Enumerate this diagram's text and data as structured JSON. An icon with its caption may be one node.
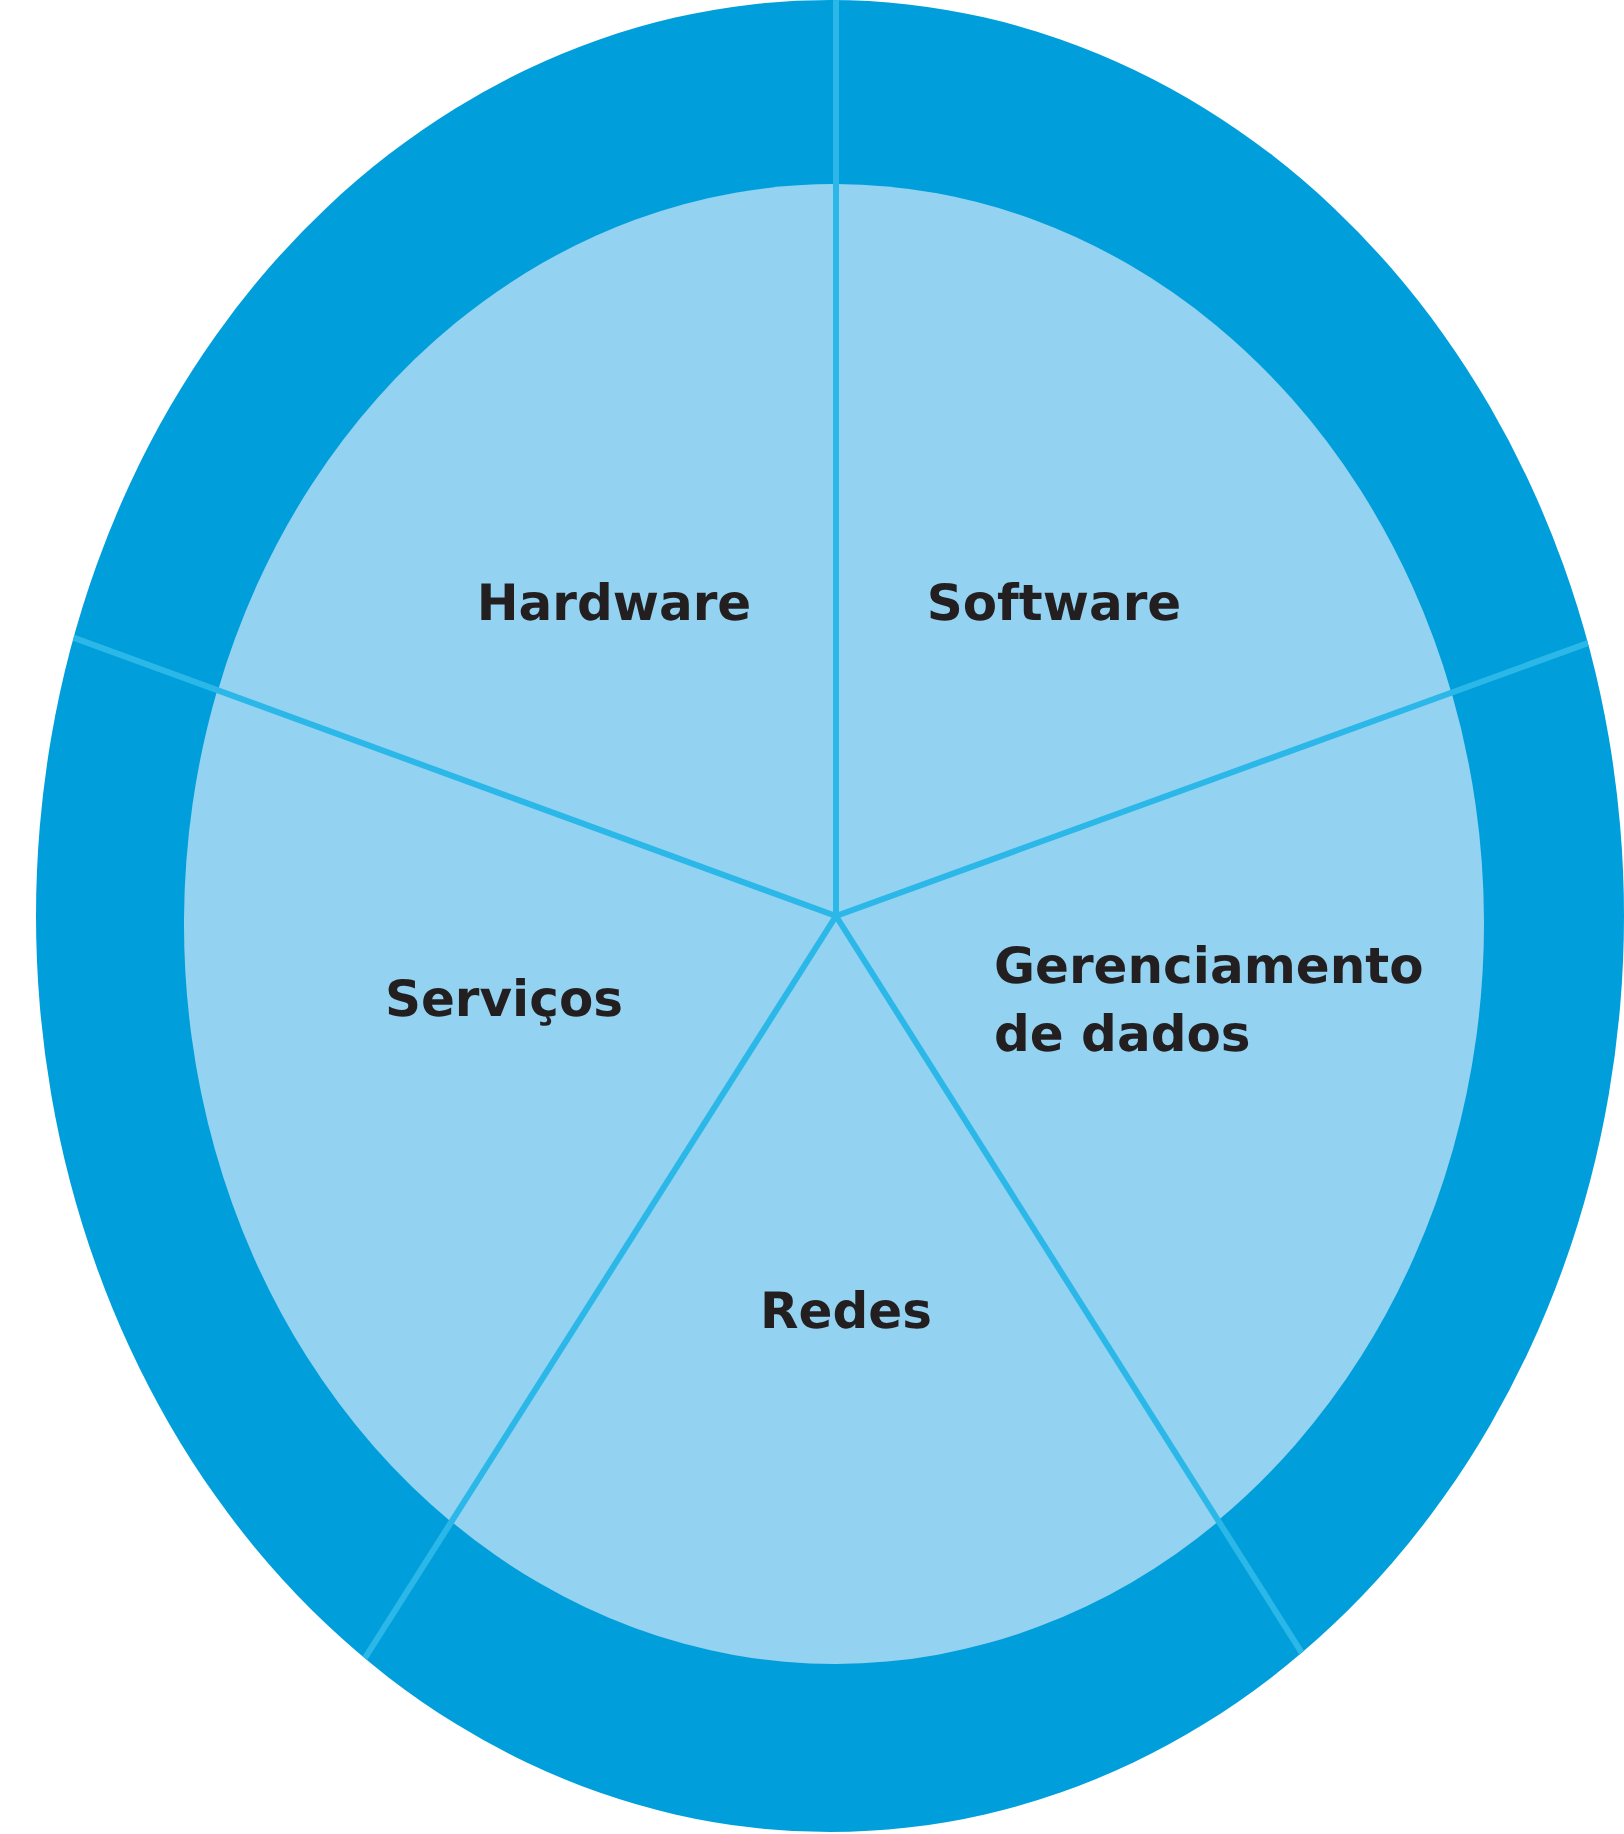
{
  "diagram": {
    "nodes": [
      {
        "text": [
          "Hardware"
        ]
      },
      {
        "text": [
          "Software"
        ]
      },
      {
        "text": [
          "Serviços"
        ]
      },
      {
        "text": [
          "Gerenciamento de dados"
        ]
      },
      {
        "text": [
          "Redes"
        ]
      }
    ]
  }
}
